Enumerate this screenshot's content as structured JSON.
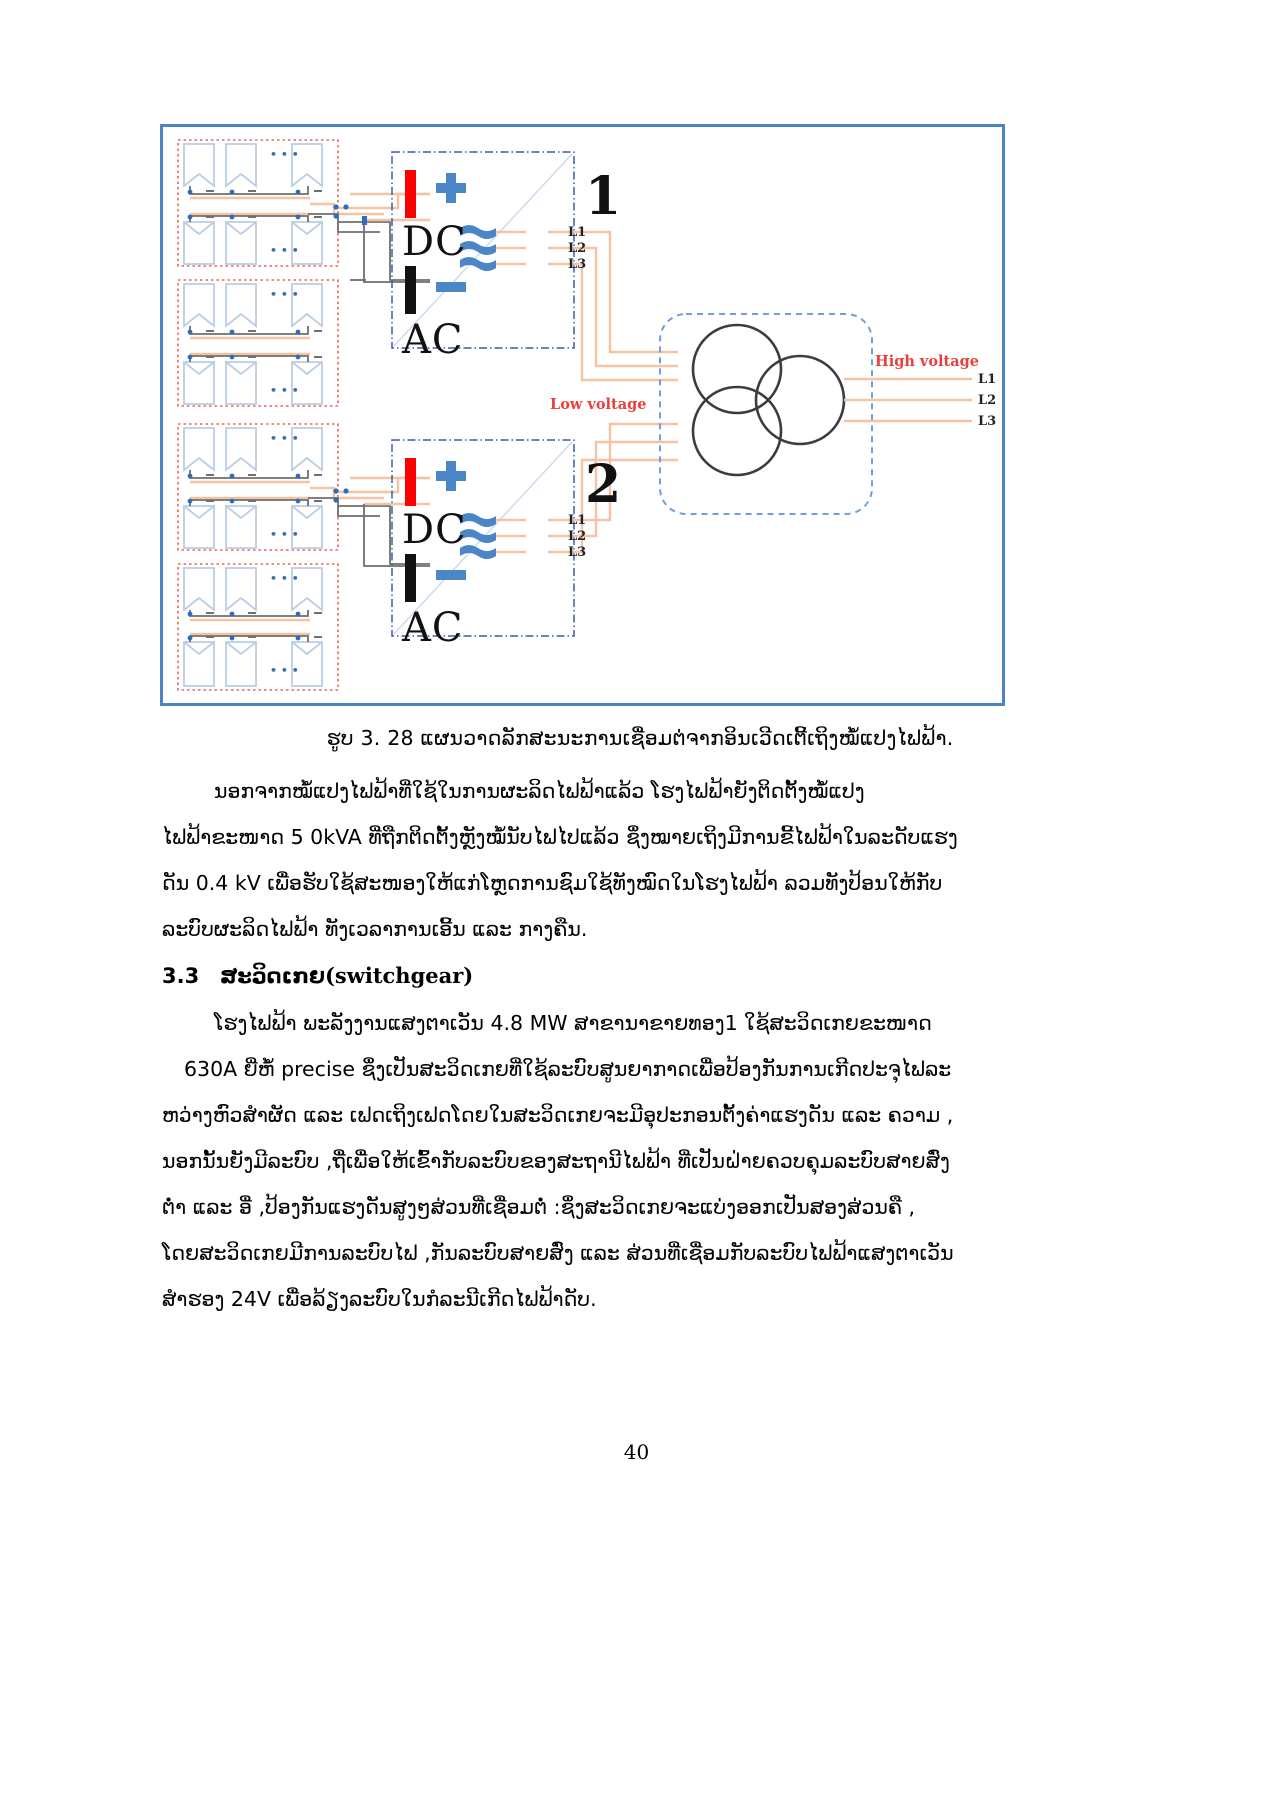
{
  "document": {
    "page_number": "40"
  },
  "figure": {
    "caption": "ຮູບ  3. 28  ແຜນວາດລັກສະນະການເຊື່ອມຕ່ຈາກອິນເວີດເຕີ້ເຖິງໝໍ້ແປງໄຟຟ້າ.",
    "inverters": [
      {
        "number": "1",
        "dc_label": "DC",
        "ac_label": "AC",
        "plus_symbol": "+",
        "minus_symbol": "−",
        "phase_labels": [
          "L1",
          "L2",
          "L3"
        ]
      },
      {
        "number": "2",
        "dc_label": "DC",
        "ac_label": "AC",
        "plus_symbol": "+",
        "minus_symbol": "−",
        "phase_labels": [
          "L1",
          "L2",
          "L3"
        ]
      }
    ],
    "annotations": {
      "low_voltage": "Low voltage",
      "high_voltage": "High voltage"
    },
    "transformer_output_labels": [
      "L1",
      "L2",
      "L3"
    ],
    "colors": {
      "frame_blue": "#4f84c4",
      "pv_group_dashed_red": "#e8665c",
      "inverter_dashed_blue": "#3a5fa8",
      "transformer_dashed_blue": "#6fa0dd",
      "wire_orange": "#f3c3a4",
      "wire_gray": "#6f6f6f",
      "positive_red": "#fe0000",
      "negative_black": "#111111",
      "accent_blue": "#4a86c8",
      "label_red": "#e8413c"
    }
  },
  "body": {
    "paragraph_1": "ນອກຈາກໝໍ້ແປງໄຟຟ້າທີ່ໃຊ້ໃນການຜະລິດໄຟຟ້າແລ້ວ     ໂຮງໄຟຟ້າຍັງຕິດຕັ້ງໝໍ້ແປງໄຟຟ້າຂະໜາດ 5 0kVA ທີ່ຖືກຕິດຕັ້ງຫຼັງໝໍ້ນັບໄຟໄປແລ້ວ ຊຶ່ງໝາຍເຖິງມີການຂີ້ໄຟຟ້າໃນລະດັບແຮງດັນ  0.4  kV  ເພື່ອຮັບໃຊ້ສະໜອງໃຫ້ແກ່ໂຫຼດການຊົມໃຊ້ທັງໝົດໃນໂຮງໄຟຟ້າ  ລວມທັງປ້ອນໃຫ້ກັບລະບົບຜະລິດໄຟຟ້າ ທັງເວລາການເອີ້ນ  ແລະ  ກາງຄືນ.",
    "section": {
      "number": "3.3",
      "title_lao": "ສະວິດເກຍ",
      "title_en": "(switchgear)"
    },
    "paragraph_2": "ໂຮງໄຟຟ້າ ພະລັງງານແສງຕາເວັນ  4.8 MW  ສາຂານາຂາຍທອງ1   ໃຊ້ສະວິດເກຍຂະໜາດ  630A  ຍີ່ຫໍ້  precise  ຊຶ່ງເປັນສະວິດເກຍທີ່ໃຊ້ລະບົບສູນຍາກາດເພື່ອປ້ອງກັນການເກີດປະຈຸໄຟລະ ຫວ່າງຫົວສໍາຜັດ  ແລະ  ເຟດເຖິງເຟດໂດຍໃນສະວິດເກຍຈະມີອຸປະກອນຕັ້ງຄ່າແຮງດັນ  ແລະ  ຄວາມ , ນອກນັ້ນຍັງມີລະບົບ  ,ຖື່ເພື່ອໃຫ້ເຂົ້າກັບລະບົບຂອງສະຖານີໄຟຟ້າ  ທີ່ເປັນຝ່າຍຄວບຄຸມລະບົບສາຍສົ່ງ ຕໍ່າ  ແລະ  ອື່ ,ປ້ອງກັນແຮງດັນສູງໆສ່ວນທີ່ເຊື່ອມຕໍ່ :ຊຶ່ງສະວິດເກຍຈະແບ່ງອອກເປັນສອງສ່ວນຄື , ໂດຍສະວິດເກຍມີການລະບົບໄຟ ,ກັນລະບົບສາຍສົ່ງ  ແລະ  ສ່ວນທີ່ເຊື່ອມກັບລະບົບໄຟຟ້າແສງຕາເວັນ ສໍາຮອງ  24V  ເພື່ອລ້ຽງລະບົບໃນກໍລະນີເກີດໄຟຟ້າດັບ."
  },
  "body_lines": {
    "p1": [
      "ນອກຈາກໝໍ້ແປງໄຟຟ້າທີ່ໃຊ້ໃນການຜະລິດໄຟຟ້າແລ້ວ        ໂຮງໄຟຟ້າຍັງຕິດຕັ້ງໝໍ້ແປງ",
      "ໄຟຟ້າຂະໜາດ 5 0kVA ທີ່ຖືກຕິດຕັ້ງຫຼັງໝໍ້ນັບໄຟໄປແລ້ວ ຊຶ່ງໝາຍເຖິງມີການຂີ້ໄຟຟ້າໃນລະດັບແຮງ",
      "ດັນ  0.4  kV  ເພື່ອຮັບໃຊ້ສະໜອງໃຫ້ແກ່ໂຫຼດການຊົມໃຊ້ທັງໝົດໃນໂຮງໄຟຟ້າ  ລວມທັງປ້ອນໃຫ້ກັບ",
      "ລະບົບຜະລິດໄຟຟ້າ ທັງເວລາການເອີ້ນ  ແລະ  ກາງຄືນ."
    ],
    "p2": [
      "ໂຮງໄຟຟ້າ  ພະລັງງານແສງຕາເວັນ  4.8 MW  ສາຂານາຂາຍທອງ1   ໃຊ້ສະວິດເກຍຂະໜາດ",
      "630A   ຍີ່ຫໍ້   precise   ຊຶ່ງເປັນສະວິດເກຍທີ່ໃຊ້ລະບົບສູນຍາກາດເພື່ອປ້ອງກັນການເກີດປະຈຸໄຟລະ",
      "ຫວ່າງຫົວສໍາຜັດ  ແລະ  ເຟດເຖິງເຟດໂດຍໃນສະວິດເກຍຈະມີອຸປະກອນຕັ້ງຄ່າແຮງດັນ  ແລະ  ຄວາມ ,",
      "ນອກນັ້ນຍັງມີລະບົບ  ,ຖື່ເພື່ອໃຫ້ເຂົ້າກັບລະບົບຂອງສະຖານີໄຟຟ້າ  ທີ່ເປັນຝ່າຍຄວບຄຸມລະບົບສາຍສົ່ງ",
      "ຕໍ່າ  ແລະ  ອື່ ,ປ້ອງກັນແຮງດັນສູງໆສ່ວນທີ່ເຊື່ອມຕໍ່ :ຊຶ່ງສະວິດເກຍຈະແບ່ງອອກເປັນສອງສ່ວນຄື ,",
      "ໂດຍສະວິດເກຍມີການລະບົບໄຟ ,ກັນລະບົບສາຍສົ່ງ  ແລະ  ສ່ວນທີ່ເຊື່ອມກັບລະບົບໄຟຟ້າແສງຕາເວັນ",
      "ສໍາຮອງ  24V  ເພື່ອລ້ຽງລະບົບໃນກໍລະນີເກີດໄຟຟ້າດັບ."
    ]
  }
}
